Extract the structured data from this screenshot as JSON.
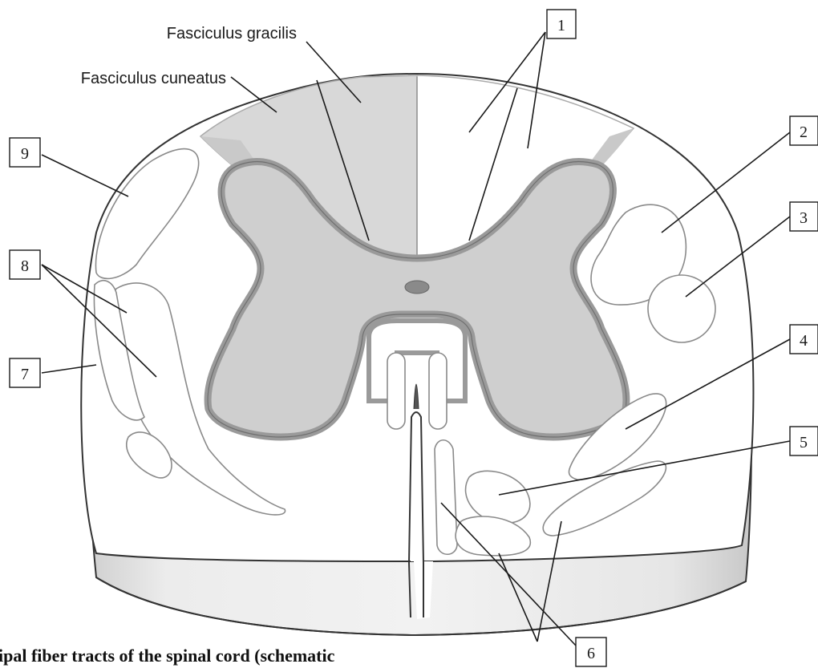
{
  "labels": {
    "fasciculus_gracilis": "Fasciculus gracilis",
    "fasciculus_cuneatus": "Fasciculus cuneatus"
  },
  "callouts": [
    "1",
    "2",
    "3",
    "4",
    "5",
    "6",
    "7",
    "8",
    "9"
  ],
  "caption": "ipal fiber tracts of the spinal cord (schematic",
  "colors": {
    "gray_matter": "#c9c9c9",
    "gray_matter_border": "#9a9a9a",
    "dorsal_column": "#d6d6d6",
    "white_matter": "#ffffff",
    "outline": "#333333",
    "rim": "#d9d9d9"
  }
}
